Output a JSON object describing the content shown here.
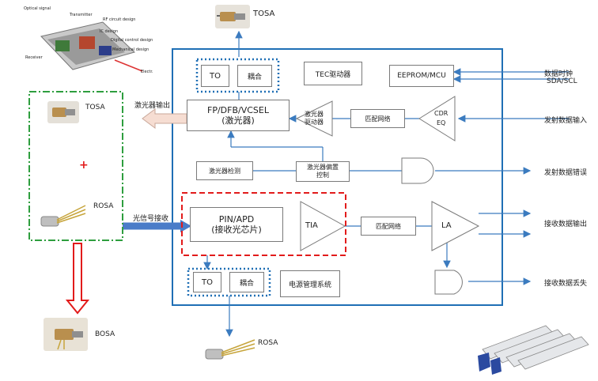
{
  "top": {
    "tosa": "TOSA"
  },
  "left_panel": {
    "tosa": "TOSA",
    "plus": "+",
    "rosa": "ROSA",
    "bosa": "BOSA"
  },
  "module_photo_labels": {
    "optical_signal": "Optical signal",
    "transmitter": "Transmitter",
    "rf_circuit": "RF circuit design",
    "ic_design": "IC design",
    "digital_control": "Digital control design",
    "mechanical": "Mechanical design",
    "receiver": "Receiver",
    "electrical": "Electr."
  },
  "blocks": {
    "to_top": "TO",
    "coupling_top": "耦合",
    "tec_driver": "TEC驱动器",
    "eeprom": "EEPROM/MCU",
    "laser_line1": "FP/DFB/VCSEL",
    "laser_line2": "(激光器)",
    "laser_driver": "激光器\n驱动器",
    "matching_tx": "匹配网络",
    "cdr_line1": "CDR",
    "cdr_line2": "EQ",
    "laser_detect": "激光器检测",
    "laser_bias": "激光器偏置\n控制",
    "pin_line1": "PIN/APD",
    "pin_line2": "(接收光芯片)",
    "tia": "TIA",
    "matching_rx": "匹配网络",
    "la": "LA",
    "to_bottom": "TO",
    "coupling_bottom": "耦合",
    "power_mgmt": "电源管理系统"
  },
  "side_labels": {
    "laser_output": "激光器输出",
    "optical_receive": "光信号接收",
    "data_clock": "数据时钟",
    "sda_scl": "SDA/SCL",
    "tx_data_in": "发射数据输入",
    "tx_data_error": "发射数据错误",
    "rx_data_out": "接收数据输出",
    "rx_data_loss": "接收数据丢失"
  },
  "bottom": {
    "rosa": "ROSA"
  },
  "colors": {
    "frame": "#1f6fb5",
    "arrow": "#3b7bbf",
    "green_dash": "#2e9e3e",
    "red_dash": "#e21b1b",
    "dotted_blue": "#1f6fb5"
  }
}
